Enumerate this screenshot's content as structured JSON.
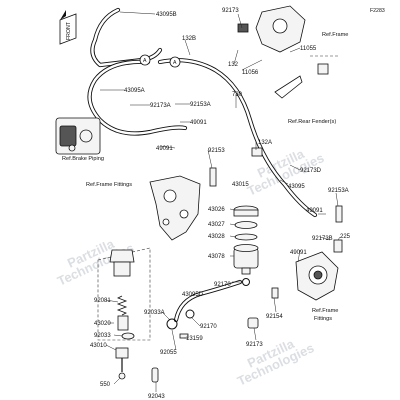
{
  "front_label": "FRONT",
  "diagram_code": "F2283",
  "watermark": [
    "Partzilla",
    "Technologies"
  ],
  "refs": {
    "brake_piping": "Ref.Brake Piping",
    "frame_fittings_left": "Ref.Frame Fittings",
    "frame": "Ref.Frame",
    "rear_fender": "Ref.Rear Fender(s)",
    "frame_fittings_right": [
      "Ref.Frame",
      "Fittings"
    ]
  },
  "circle_markers": [
    "A",
    "A"
  ],
  "callouts": {
    "p43095b": "43095B",
    "p132b_top": "132B",
    "p92173_top": "92173",
    "p11055": "11055",
    "p11056": "11056",
    "p132_top": "132",
    "p43095a": "43095A",
    "p92173a": "92173A",
    "p92153a_top": "92153A",
    "p49091_mid": "49091",
    "p49091_left": "49091",
    "p730": "730",
    "p132a": "132A",
    "p92153": "92153",
    "p92173d": "92173D",
    "p43095": "43095",
    "p43015": "43015",
    "p43026": "43026",
    "p43027": "43027",
    "p43028": "43028",
    "p43078": "43078",
    "p92153a_right": "92153A",
    "p49091_right": "49091",
    "p92173b": "92173B",
    "p225": "225",
    "p49091_bottom": "49091",
    "p92170_top": "92170",
    "p43095d": "43095D",
    "p92081": "92081",
    "p92033a": "92033A",
    "p43020": "43020",
    "p92033": "92033",
    "p43010": "43010",
    "p92055": "92055",
    "p13159": "13159",
    "p92170_bottom": "92170",
    "p92154": "92154",
    "p92173_bottom": "92173",
    "p550": "550",
    "p92043": "92043"
  }
}
